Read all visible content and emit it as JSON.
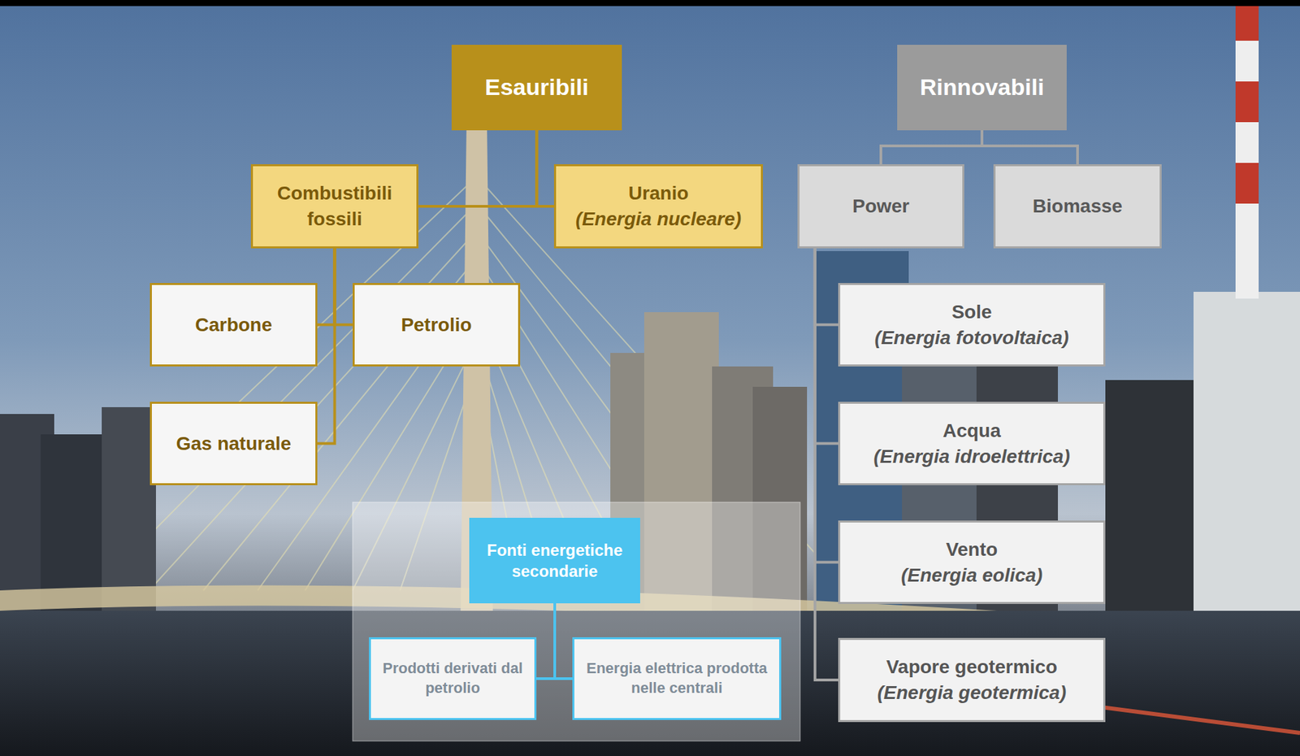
{
  "diagram": {
    "nodes": [
      {
        "text": [
          "Esauribili"
        ]
      },
      {
        "text": [
          "Combustibili fossili"
        ]
      },
      {
        "text": [
          "Uranio",
          "(Energia nucleare)"
        ]
      },
      {
        "text": [
          "Carbone"
        ]
      },
      {
        "text": [
          "Petrolio"
        ]
      },
      {
        "text": [
          "Gas naturale"
        ]
      },
      {
        "text": [
          "Rinnovabili"
        ]
      },
      {
        "text": [
          "Power"
        ]
      },
      {
        "text": [
          "Biomasse"
        ]
      },
      {
        "text": [
          "Sole",
          "(Energia fotovoltaica)"
        ]
      },
      {
        "text": [
          "Acqua",
          "(Energia idroelettrica)"
        ]
      },
      {
        "text": [
          "Vento",
          "(Energia eolica)"
        ]
      },
      {
        "text": [
          "Vapore geotermico",
          "(Energia geotermica)"
        ]
      },
      {
        "text": [
          "Fonti energetiche secondarie"
        ]
      },
      {
        "text": [
          "Prodotti derivati dal petrolio"
        ]
      },
      {
        "text": [
          "Energia elettrica prodotta nelle centrali"
        ]
      }
    ],
    "edges": [
      {
        "from": 0,
        "to": 1,
        "arrow": "none"
      },
      {
        "from": 0,
        "to": 2,
        "arrow": "none"
      },
      {
        "from": 1,
        "to": 3,
        "arrow": "none"
      },
      {
        "from": 1,
        "to": 4,
        "arrow": "none"
      },
      {
        "from": 1,
        "to": 5,
        "arrow": "none"
      },
      {
        "from": 6,
        "to": 7,
        "arrow": "none"
      },
      {
        "from": 6,
        "to": 8,
        "arrow": "none"
      },
      {
        "from": 7,
        "to": 9,
        "arrow": "none"
      },
      {
        "from": 7,
        "to": 10,
        "arrow": "none"
      },
      {
        "from": 7,
        "to": 11,
        "arrow": "none"
      },
      {
        "from": 7,
        "to": 12,
        "arrow": "none"
      },
      {
        "from": 13,
        "to": 14,
        "arrow": "none"
      },
      {
        "from": 13,
        "to": 15,
        "arrow": "none"
      }
    ]
  }
}
